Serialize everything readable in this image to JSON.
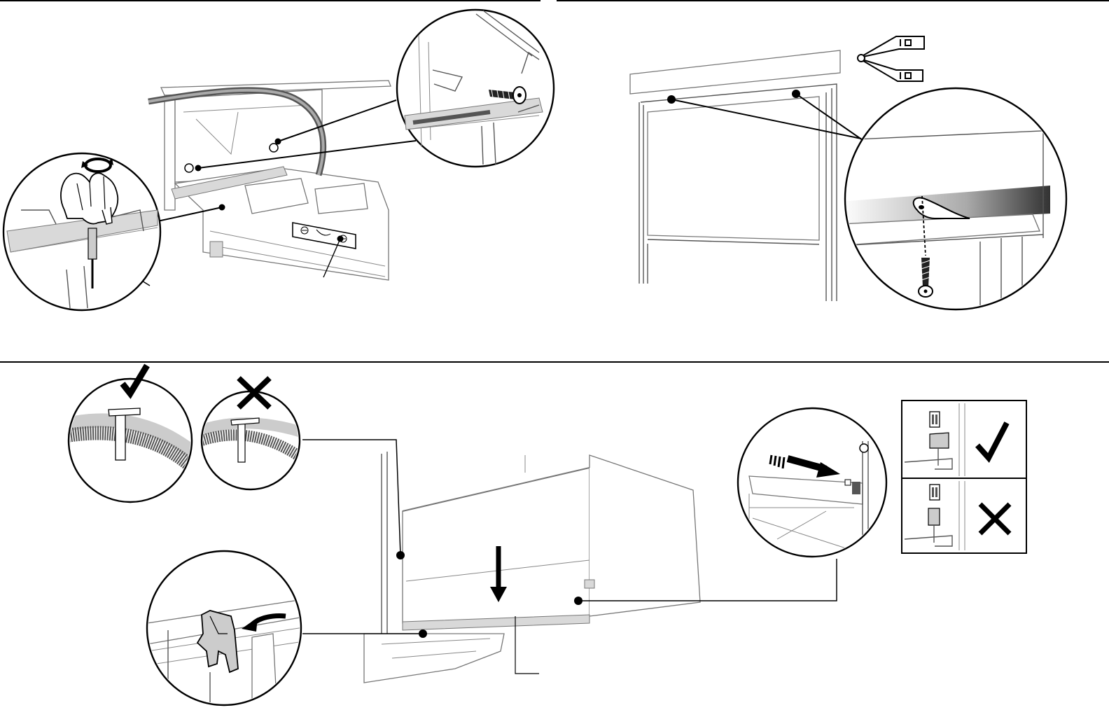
{
  "document": {
    "panels": [
      {
        "name": "levelling-and-hose"
      },
      {
        "name": "fixing-brackets"
      },
      {
        "name": "hose-routing-and-sliding-in"
      }
    ],
    "symbols": {
      "ok": "check-mark-icon",
      "not_ok": "cross-mark-icon",
      "rotate": "rotate-icon",
      "down": "arrow-down-icon",
      "push": "arrow-right-icon"
    },
    "colors": {
      "line": "#000000",
      "drawing": "#777777",
      "shade": "#d9d9d9"
    }
  }
}
